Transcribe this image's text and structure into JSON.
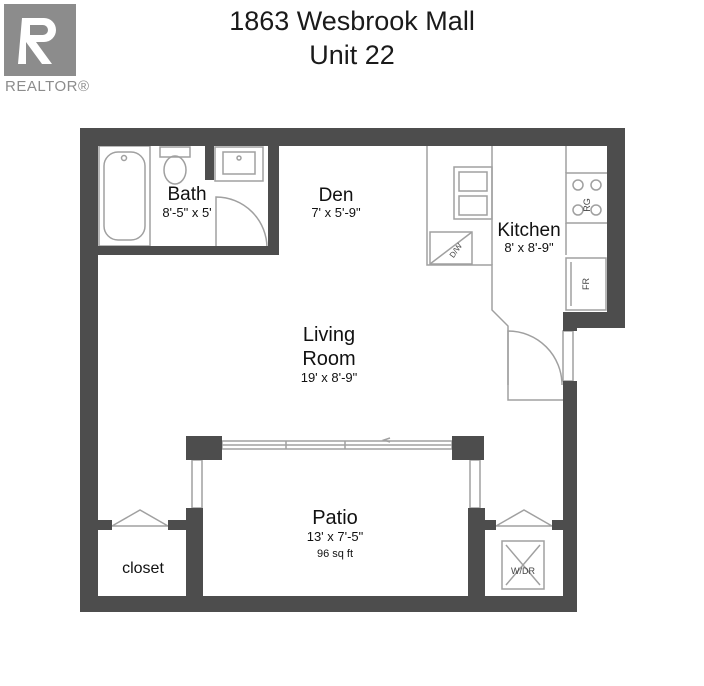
{
  "title": {
    "line1": "1863 Wesbrook Mall",
    "line2": "Unit 22"
  },
  "logo": {
    "text": "REALTOR®",
    "color": "#8c8c8c"
  },
  "colors": {
    "wall": "#4d4d4d",
    "fixture": "#9a9a9a",
    "background": "#ffffff"
  },
  "rooms": {
    "bath": {
      "name": "Bath",
      "dims": "8'-5\" x 5'"
    },
    "den": {
      "name": "Den",
      "dims": "7' x 5'-9\""
    },
    "kitchen": {
      "name": "Kitchen",
      "dims": "8' x 8'-9\""
    },
    "living": {
      "name1": "Living",
      "name2": "Room",
      "dims": "19' x 8'-9\""
    },
    "patio": {
      "name": "Patio",
      "dims": "13' x 7'-5\"",
      "area": "96 sq ft"
    },
    "closet": {
      "name": "closet"
    }
  },
  "fixtures": {
    "dishwasher": "D/W",
    "range": "RG",
    "fridge": "FR",
    "washer_dryer": "W/DR"
  }
}
